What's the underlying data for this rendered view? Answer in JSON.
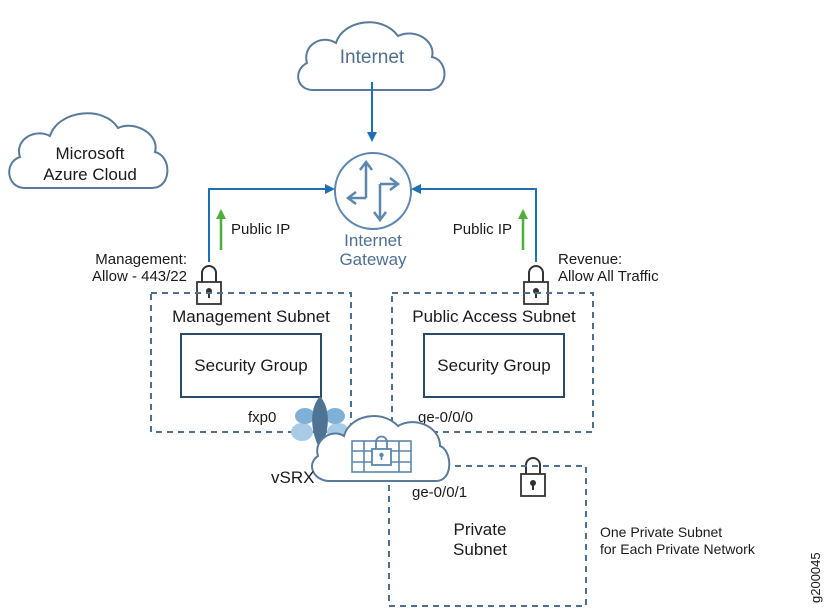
{
  "internet": {
    "label": "Internet"
  },
  "azure": {
    "line1": "Microsoft",
    "line2": "Azure Cloud"
  },
  "gateway": {
    "line1": "Internet",
    "line2": "Gateway"
  },
  "left_public_ip": "Public IP",
  "right_public_ip": "Public IP",
  "management_rule": {
    "line1": "Management:",
    "line2": "Allow - 443/22"
  },
  "revenue_rule": {
    "line1": "Revenue:",
    "line2": "Allow All Traffic"
  },
  "management_subnet": {
    "title": "Management Subnet",
    "security_group": "Security Group",
    "interface": "fxp0"
  },
  "public_subnet": {
    "title": "Public Access Subnet",
    "security_group": "Security Group",
    "interface": "ge-0/0/0"
  },
  "vsrx": {
    "label": "vSRX"
  },
  "private_subnet": {
    "interface": "ge-0/0/1",
    "line1": "Private",
    "line2": "Subnet",
    "note_line1": "One Private Subnet",
    "note_line2": "for Each Private Network"
  },
  "figure_id": "g200045",
  "colors": {
    "blue_line": "#1f6fb3",
    "cloud_stroke": "#5a7a9c",
    "green_arrow": "#4caf3e",
    "dash": "#4f6f91",
    "accent": "#5b86ad"
  }
}
